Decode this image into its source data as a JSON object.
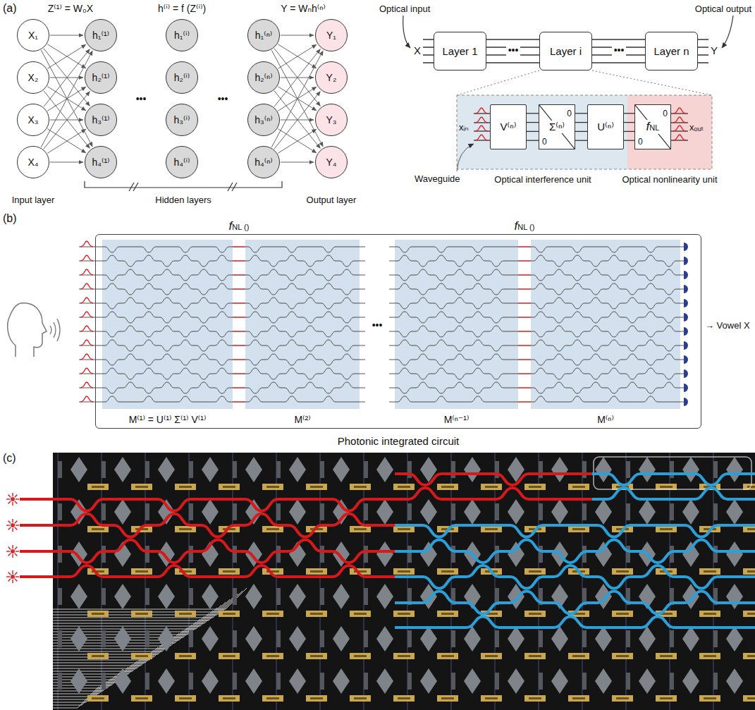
{
  "diagram": {
    "nodes": [
      {
        "text": [
          "X₁"
        ]
      },
      {
        "text": [
          "X₂"
        ]
      },
      {
        "text": [
          "X₃"
        ]
      },
      {
        "text": [
          "X₄"
        ]
      },
      {
        "text": [
          "h₁⁽¹⁾"
        ]
      },
      {
        "text": [
          "h₂⁽¹⁾"
        ]
      },
      {
        "text": [
          "h₃⁽¹⁾"
        ]
      },
      {
        "text": [
          "h₄⁽¹⁾"
        ]
      },
      {
        "text": [
          "h₁⁽ⁱ⁾"
        ]
      },
      {
        "text": [
          "h₂⁽ⁱ⁾"
        ]
      },
      {
        "text": [
          "h₃⁽ⁱ⁾"
        ]
      },
      {
        "text": [
          "h₄⁽ⁱ⁾"
        ]
      },
      {
        "text": [
          "h₁⁽ⁿ⁾"
        ]
      },
      {
        "text": [
          "h₂⁽ⁿ⁾"
        ]
      },
      {
        "text": [
          "h₃⁽ⁿ⁾"
        ]
      },
      {
        "text": [
          "h₄⁽ⁿ⁾"
        ]
      },
      {
        "text": [
          "Y₁"
        ]
      },
      {
        "text": [
          "Y₂"
        ]
      },
      {
        "text": [
          "Y₃"
        ]
      },
      {
        "text": [
          "Y₄"
        ]
      },
      {
        "text": [
          "Layer 1"
        ]
      },
      {
        "text": [
          "Layer i"
        ]
      },
      {
        "text": [
          "Layer n"
        ]
      },
      {
        "text": [
          "V⁽ⁿ⁾"
        ]
      },
      {
        "text": [
          "Σ⁽ⁿ⁾",
          "0",
          "0"
        ]
      },
      {
        "text": [
          "U⁽ⁿ⁾"
        ]
      },
      {
        "text": [
          "fNL",
          "0",
          "0"
        ]
      },
      {
        "text": [
          "Photonic integrated circuit"
        ]
      },
      {
        "text": [
          "M⁽¹⁾ = U⁽¹⁾ Σ⁽¹⁾ V⁽¹⁾"
        ],
        "in": 27
      },
      {
        "text": [
          "M⁽²⁾"
        ],
        "in": 27
      },
      {
        "text": [
          "M⁽ⁿ⁻¹⁾"
        ],
        "in": 27
      },
      {
        "text": [
          "M⁽ⁿ⁾"
        ],
        "in": 27
      }
    ],
    "edges": [
      {
        "from": 0,
        "to": 4,
        "arrow": "to"
      },
      {
        "from": 0,
        "to": 5,
        "arrow": "to"
      },
      {
        "from": 0,
        "to": 6,
        "arrow": "to"
      },
      {
        "from": 0,
        "to": 7,
        "arrow": "to"
      },
      {
        "from": 1,
        "to": 4,
        "arrow": "to"
      },
      {
        "from": 1,
        "to": 5,
        "arrow": "to"
      },
      {
        "from": 1,
        "to": 6,
        "arrow": "to"
      },
      {
        "from": 1,
        "to": 7,
        "arrow": "to"
      },
      {
        "from": 2,
        "to": 4,
        "arrow": "to"
      },
      {
        "from": 2,
        "to": 5,
        "arrow": "to"
      },
      {
        "from": 2,
        "to": 6,
        "arrow": "to"
      },
      {
        "from": 2,
        "to": 7,
        "arrow": "to"
      },
      {
        "from": 3,
        "to": 4,
        "arrow": "to"
      },
      {
        "from": 3,
        "to": 5,
        "arrow": "to"
      },
      {
        "from": 3,
        "to": 6,
        "arrow": "to"
      },
      {
        "from": 3,
        "to": 7,
        "arrow": "to"
      },
      {
        "from": 12,
        "to": 16,
        "arrow": "to"
      },
      {
        "from": 12,
        "to": 17,
        "arrow": "to"
      },
      {
        "from": 12,
        "to": 18,
        "arrow": "to"
      },
      {
        "from": 12,
        "to": 19,
        "arrow": "to"
      },
      {
        "from": 13,
        "to": 16,
        "arrow": "to"
      },
      {
        "from": 13,
        "to": 17,
        "arrow": "to"
      },
      {
        "from": 13,
        "to": 18,
        "arrow": "to"
      },
      {
        "from": 13,
        "to": 19,
        "arrow": "to"
      },
      {
        "from": 14,
        "to": 16,
        "arrow": "to"
      },
      {
        "from": 14,
        "to": 17,
        "arrow": "to"
      },
      {
        "from": 14,
        "to": 18,
        "arrow": "to"
      },
      {
        "from": 14,
        "to": 19,
        "arrow": "to"
      },
      {
        "from": 15,
        "to": 16,
        "arrow": "to"
      },
      {
        "from": 15,
        "to": 17,
        "arrow": "to"
      },
      {
        "from": 15,
        "to": 18,
        "arrow": "to"
      },
      {
        "from": 15,
        "to": 19,
        "arrow": "to"
      },
      {
        "from": 20,
        "to": 21,
        "arrow": "none"
      },
      {
        "from": 21,
        "to": 22,
        "arrow": "none"
      },
      {
        "from": 23,
        "to": 24,
        "arrow": "none"
      },
      {
        "from": 24,
        "to": 25,
        "arrow": "none"
      },
      {
        "from": 25,
        "to": 26,
        "arrow": "none"
      },
      {
        "from": 28,
        "to": 29,
        "arrow": "none"
      },
      {
        "from": 30,
        "to": 31,
        "arrow": "none"
      }
    ],
    "labels": [
      "(a)",
      "Z⁽¹⁾ = W₀X",
      "h⁽ⁱ⁾ = f (Z⁽ⁱ⁾)",
      "Y = Wₙh⁽ⁿ⁾",
      "•••",
      "•••",
      "Input layer",
      "Hidden layers",
      "Output layer",
      "Optical input",
      "Optical output",
      "X",
      "Y",
      "•••",
      "•••",
      "xᵢₙ",
      "xₒᵤₜ",
      "Waveguide",
      "Optical interference unit",
      "Optical nonlinearity unit",
      "(b)",
      "fNL ()",
      "fNL ()",
      "•••",
      "→ Vowel X",
      "(c)"
    ]
  }
}
